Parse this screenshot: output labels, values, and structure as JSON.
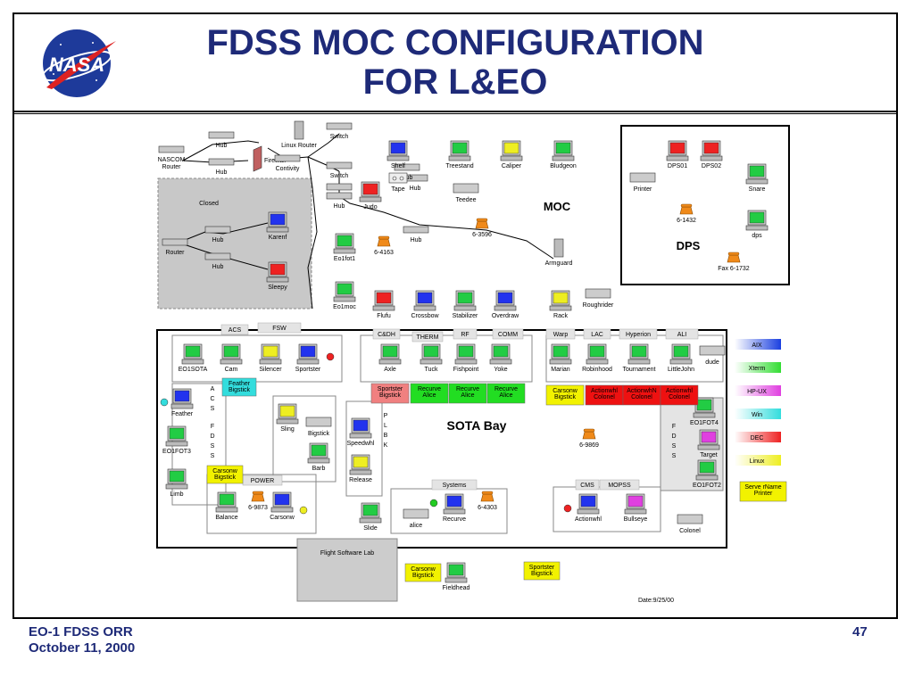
{
  "title": {
    "line1": "FDSS MOC CONFIGURATION",
    "line2": "FOR L&EO"
  },
  "logo": {
    "text": "NASA"
  },
  "footer": {
    "line1": "EO-1 FDSS ORR",
    "line2": "October 11, 2000",
    "page": "47"
  },
  "colors": {
    "title": "#1e2a78",
    "closed_bg": "#c8c8c8",
    "section_label": "#2a3bd6"
  },
  "regions": {
    "moc": "MOC",
    "dps": "DPS",
    "closed": "Closed",
    "sota_bay": "SOTA Bay",
    "flight_software_lab": "Flight Software Lab",
    "date": "Date:9/25/00"
  },
  "network": [
    {
      "label": "NASCOM\nRouter",
      "kind": "router"
    },
    {
      "label": "Hub",
      "kind": "hub"
    },
    {
      "label": "Hub",
      "kind": "hub"
    },
    {
      "label": "Firewall",
      "kind": "firewall"
    },
    {
      "label": "Linux Router",
      "kind": "tower"
    },
    {
      "label": "Contivity",
      "kind": "hub"
    },
    {
      "label": "Switch",
      "kind": "hub"
    },
    {
      "label": "Switch",
      "kind": "hub"
    },
    {
      "label": "Hub",
      "kind": "hub"
    },
    {
      "label": "Hub",
      "kind": "hub"
    },
    {
      "label": "Router",
      "kind": "router"
    },
    {
      "label": "Hub",
      "kind": "hub"
    },
    {
      "label": "Hub",
      "kind": "hub"
    },
    {
      "label": "Hub",
      "kind": "hub"
    },
    {
      "label": "Hub",
      "kind": "hub"
    },
    {
      "label": "Hub",
      "kind": "hub"
    },
    {
      "label": "Tape",
      "kind": "tape"
    },
    {
      "label": "Teedee",
      "kind": "server"
    },
    {
      "label": "Armguard",
      "kind": "tower"
    },
    {
      "label": "Roughrider",
      "kind": "server"
    },
    {
      "label": "Printer",
      "kind": "server"
    },
    {
      "label": "Bigstick",
      "kind": "server"
    },
    {
      "label": "alice",
      "kind": "server"
    },
    {
      "label": "Colonel",
      "kind": "server"
    },
    {
      "label": "dude",
      "kind": "server"
    }
  ],
  "workstations": [
    {
      "label": "Shelf",
      "color": "blue"
    },
    {
      "label": "Treestand",
      "color": "green"
    },
    {
      "label": "Caliper",
      "color": "yellow"
    },
    {
      "label": "Bludgeon",
      "color": "green"
    },
    {
      "label": "Judo",
      "color": "red"
    },
    {
      "label": "Karenf",
      "color": "blue"
    },
    {
      "label": "Sleepy",
      "color": "red"
    },
    {
      "label": "Eo1fot1",
      "color": "green"
    },
    {
      "label": "Eo1moc",
      "color": "green"
    },
    {
      "label": "Flufu",
      "color": "red"
    },
    {
      "label": "Crossbow",
      "color": "blue"
    },
    {
      "label": "Stabilizer",
      "color": "green"
    },
    {
      "label": "Overdraw",
      "color": "blue"
    },
    {
      "label": "Rack",
      "color": "yellow"
    },
    {
      "label": "DPS01",
      "color": "red"
    },
    {
      "label": "DPS02",
      "color": "red"
    },
    {
      "label": "Snare",
      "color": "green"
    },
    {
      "label": "dps",
      "color": "green"
    },
    {
      "label": "EO1SOTA",
      "color": "green"
    },
    {
      "label": "Cam",
      "color": "green"
    },
    {
      "label": "Silencer",
      "color": "yellow"
    },
    {
      "label": "Sportster",
      "color": "blue"
    },
    {
      "label": "Axle",
      "color": "green"
    },
    {
      "label": "Tuck",
      "color": "green"
    },
    {
      "label": "Fishpoint",
      "color": "green"
    },
    {
      "label": "Yoke",
      "color": "green"
    },
    {
      "label": "Marian",
      "color": "green"
    },
    {
      "label": "Robinhood",
      "color": "green"
    },
    {
      "label": "Tournament",
      "color": "green"
    },
    {
      "label": "LittleJohn",
      "color": "green"
    },
    {
      "label": "Feather",
      "color": "blue"
    },
    {
      "label": "EO1FOT3",
      "color": "green"
    },
    {
      "label": "Limb",
      "color": "green"
    },
    {
      "label": "Sling",
      "color": "yellow"
    },
    {
      "label": "Barb",
      "color": "green"
    },
    {
      "label": "Speedwhl",
      "color": "blue"
    },
    {
      "label": "Release",
      "color": "yellow"
    },
    {
      "label": "Slide",
      "color": "green"
    },
    {
      "label": "Balance",
      "color": "green"
    },
    {
      "label": "Carsonw",
      "color": "blue"
    },
    {
      "label": "Recurve",
      "color": "blue"
    },
    {
      "label": "Actionwhl",
      "color": "blue"
    },
    {
      "label": "Bullseye",
      "color": "magenta"
    },
    {
      "label": "EO1FOT4",
      "color": "green"
    },
    {
      "label": "Target",
      "color": "magenta"
    },
    {
      "label": "EO1FOT2",
      "color": "green"
    },
    {
      "label": "Fieldhead",
      "color": "green"
    }
  ],
  "phones": [
    {
      "label": "6-1432"
    },
    {
      "label": "6-4163"
    },
    {
      "label": "6-3596"
    },
    {
      "label": "Fax 6-1732"
    },
    {
      "label": "6-9869"
    },
    {
      "label": "6-9873"
    },
    {
      "label": "6-4303"
    }
  ],
  "groups": [
    "ACS",
    "FSW",
    "C&DH",
    "THERM",
    "RF",
    "COMM",
    "Warp",
    "LAC",
    "Hyperion",
    "ALI",
    "POWER",
    "Systems",
    "CMS",
    "MOPSS"
  ],
  "vertical_labels": [
    "ACS",
    "FDSS",
    "PLBK",
    "FDSS"
  ],
  "notes": [
    {
      "text": "Feather\nBigstick",
      "color": "#33dddd"
    },
    {
      "text": "Sportster\nBigstick",
      "color": "#f08080"
    },
    {
      "text": "Recurve\nAlice",
      "color": "#22dd22"
    },
    {
      "text": "Recurve\nAlice",
      "color": "#22dd22"
    },
    {
      "text": "Recurve\nAlice",
      "color": "#22dd22"
    },
    {
      "text": "Carsonw\nBigstick",
      "color": "#f2f200"
    },
    {
      "text": "Actionwhl\nColonel",
      "color": "#ee1111"
    },
    {
      "text": "ActionwhN\nColonel",
      "color": "#ee1111"
    },
    {
      "text": "Actionwhl\nColonel",
      "color": "#ee1111"
    },
    {
      "text": "Carsonw\nBigstick",
      "color": "#f2f200"
    },
    {
      "text": "Carsonw\nBigstick",
      "color": "#f2f200"
    },
    {
      "text": "Sportster\nBigstick",
      "color": "#f2f200"
    },
    {
      "text": "Serve rName\nPrinter",
      "color": "#f2f200"
    }
  ],
  "legend": [
    {
      "label": "AIX",
      "color": "#1a3fe0"
    },
    {
      "label": "Xterm",
      "color": "#33dd33"
    },
    {
      "label": "HP-UX",
      "color": "#e040e0"
    },
    {
      "label": "Win",
      "color": "#33dddd"
    },
    {
      "label": "DEC",
      "color": "#ee2222"
    },
    {
      "label": "Linux",
      "color": "#eeee22"
    }
  ]
}
